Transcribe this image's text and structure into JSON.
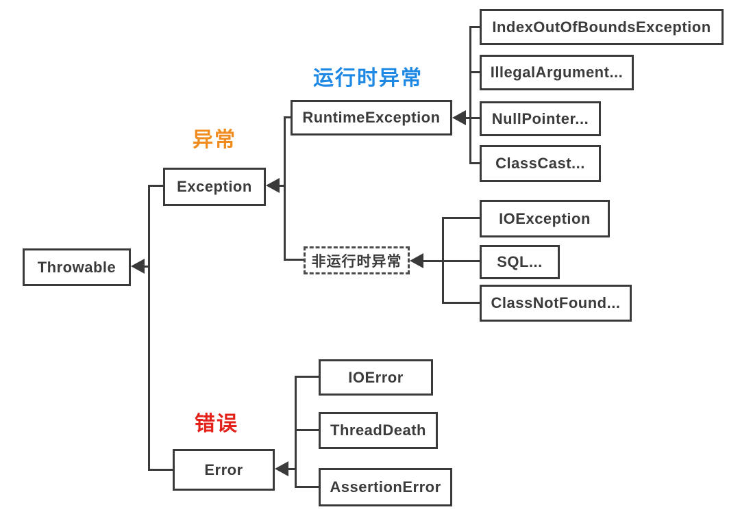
{
  "diagram": {
    "nodes": {
      "throwable": "Throwable",
      "exception": "Exception",
      "error": "Error",
      "runtime_exception": "RuntimeException",
      "non_runtime_exception": "非运行时异常",
      "index_out_of_bounds": "IndexOutOfBoundsException",
      "illegal_argument": "IllegalArgument...",
      "null_pointer": "NullPointer...",
      "class_cast": "ClassCast...",
      "io_exception": "IOException",
      "sql": "SQL...",
      "class_not_found": "ClassNotFound...",
      "io_error": "IOError",
      "thread_death": "ThreadDeath",
      "assertion_error": "AssertionError"
    },
    "labels": {
      "exception_group": "异常",
      "runtime_group": "运行时异常",
      "error_group": "错误"
    },
    "colors": {
      "line": "#3a3a3a",
      "node_border": "#3a3a3a",
      "node_text": "#3b3b3b",
      "exception_label": "#f08c1e",
      "runtime_label": "#1e88e5",
      "error_label": "#e32119"
    }
  }
}
